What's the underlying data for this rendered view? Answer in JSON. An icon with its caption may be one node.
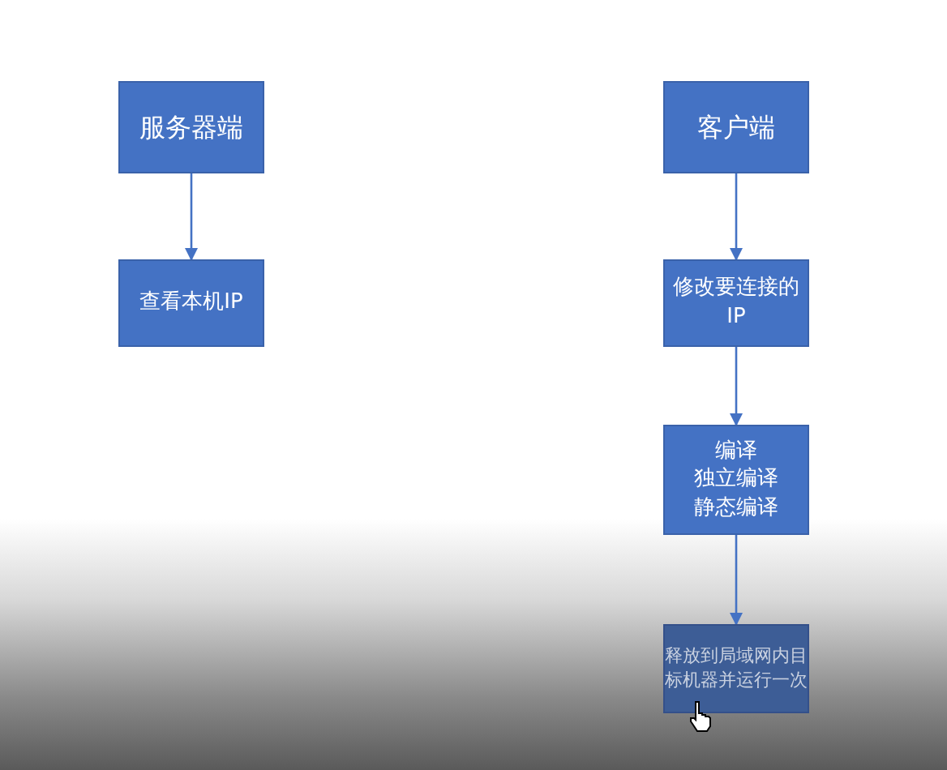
{
  "diagram": {
    "nodes": [
      {
        "text": [
          "服务器端"
        ]
      },
      {
        "text": [
          "查看本机IP"
        ]
      },
      {
        "text": [
          "客户端"
        ]
      },
      {
        "text": [
          "修改要连接的IP"
        ]
      },
      {
        "text": [
          "编译",
          "独立编译",
          "静态编译"
        ]
      },
      {
        "text": [
          "释放到局域网内目标机器并运行一次"
        ]
      }
    ],
    "edges": [
      {
        "from": 0,
        "to": 1,
        "arrow": "to"
      },
      {
        "from": 2,
        "to": 3,
        "arrow": "to"
      },
      {
        "from": 3,
        "to": 4,
        "arrow": "to"
      },
      {
        "from": 4,
        "to": 5,
        "arrow": "to"
      }
    ]
  }
}
